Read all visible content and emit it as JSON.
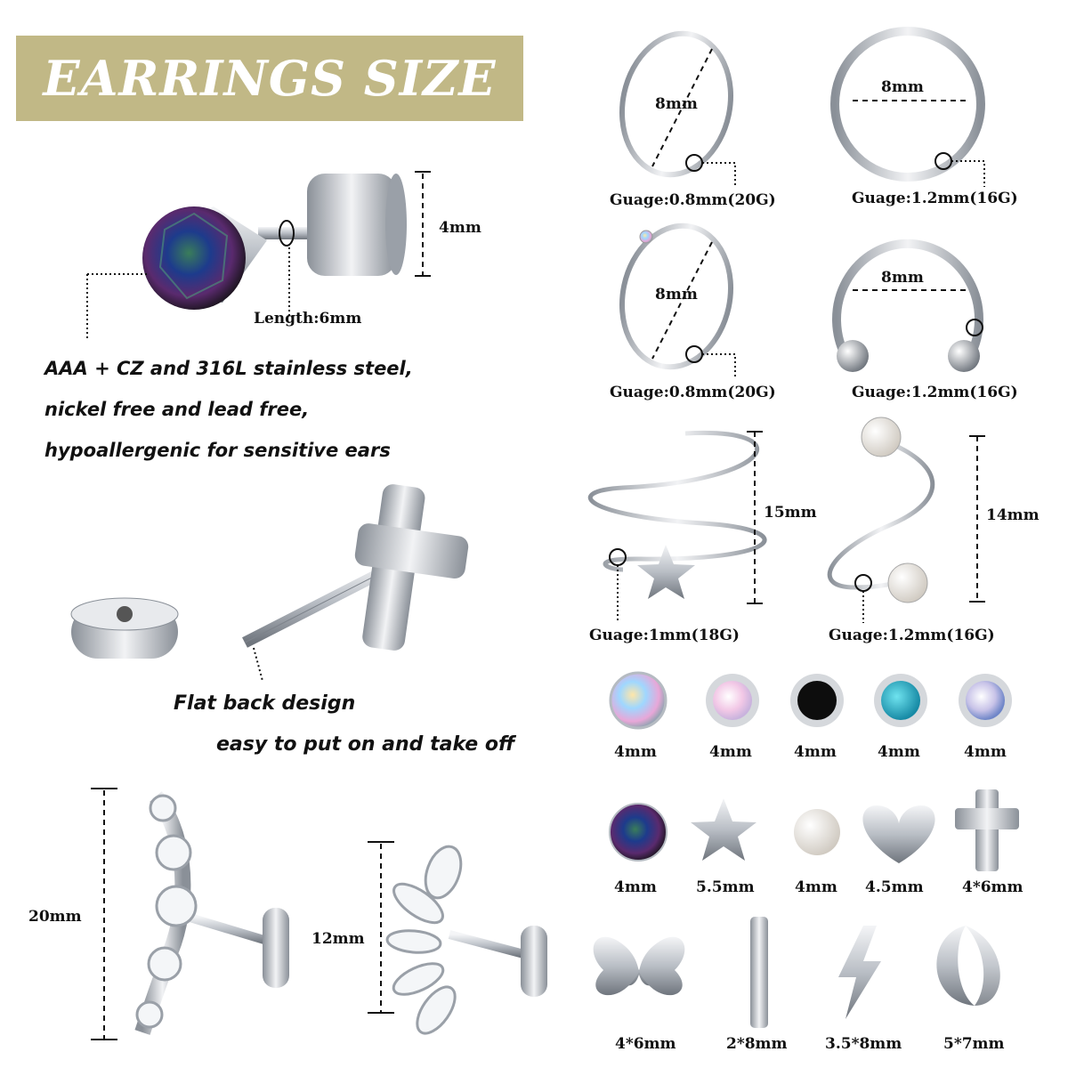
{
  "title": "EARRINGS SIZE",
  "colors": {
    "banner": "#c1b886",
    "metal": "#c8ccd2",
    "metal_dark": "#7d838b"
  },
  "stud": {
    "height": "4mm",
    "length": "Length:6mm"
  },
  "material_lines": [
    "AAA + CZ and 316L stainless steel,",
    "nickel free and lead free,",
    "hypoallergenic for sensitive ears"
  ],
  "flatback": {
    "title": "Flat back design",
    "subtitle": "easy to put on and take off"
  },
  "climbers": {
    "left_size": "20mm",
    "right_size": "12mm"
  },
  "hoops": [
    {
      "size": "8mm",
      "gauge": "Guage:0.8mm(20G)"
    },
    {
      "size": "8mm",
      "gauge": "Guage:1.2mm(16G)"
    },
    {
      "size": "8mm",
      "gauge": "Guage:0.8mm(20G)"
    },
    {
      "size": "8mm",
      "gauge": "Guage:1.2mm(16G)"
    }
  ],
  "spirals": [
    {
      "size": "15mm",
      "gauge": "Guage:1mm(18G)"
    },
    {
      "size": "14mm",
      "gauge": "Guage:1.2mm(16G)"
    }
  ],
  "gems_row": [
    "4mm",
    "4mm",
    "4mm",
    "4mm",
    "4mm"
  ],
  "shapes_row": [
    "4mm",
    "5.5mm",
    "4mm",
    "4.5mm",
    "4*6mm"
  ],
  "shapes_row2": [
    "4*6mm",
    "2*8mm",
    "3.5*8mm",
    "5*7mm"
  ]
}
